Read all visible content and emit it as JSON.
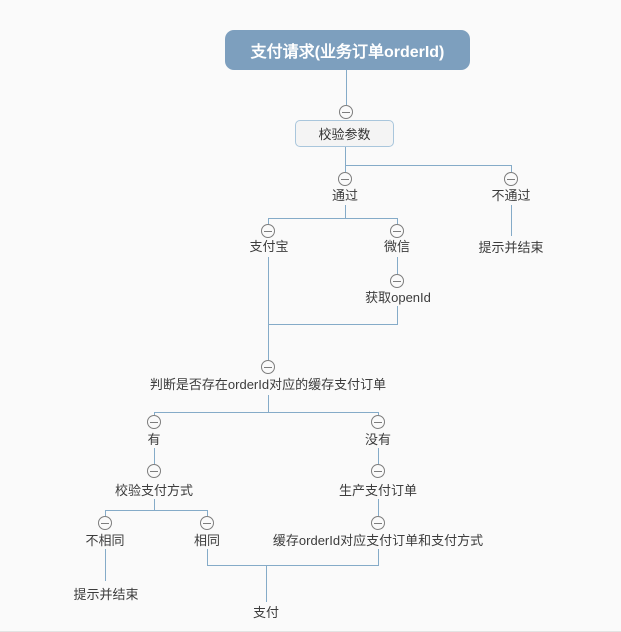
{
  "colors": {
    "root-node-fill": "#7d9fbe",
    "connector": "#85abc8",
    "box-node-fill": "#f4f4f4",
    "box-node-border": "#a9c6dc",
    "node-text": "#3c3c3c"
  },
  "mindmap": {
    "root": {
      "id": "payment-request",
      "label": "支付请求(业务订单orderId)"
    },
    "collapse_icon": "minus-circle",
    "nodes": [
      {
        "id": "validate-params",
        "label": "校验参数",
        "parents": [
          "payment-request"
        ]
      },
      {
        "id": "pass",
        "label": "通过",
        "parents": [
          "validate-params"
        ]
      },
      {
        "id": "fail",
        "label": "不通过",
        "parents": [
          "validate-params"
        ]
      },
      {
        "id": "alipay",
        "label": "支付宝",
        "parents": [
          "pass"
        ]
      },
      {
        "id": "wechat",
        "label": "微信",
        "parents": [
          "pass"
        ]
      },
      {
        "id": "fail-prompt-end",
        "label": "提示并结束",
        "parents": [
          "fail"
        ]
      },
      {
        "id": "get-openid",
        "label": "获取openId",
        "parents": [
          "wechat"
        ]
      },
      {
        "id": "check-cached-order",
        "label": "判断是否存在orderId对应的缓存支付订单",
        "parents": [
          "alipay",
          "get-openid"
        ]
      },
      {
        "id": "has-cache",
        "label": "有",
        "parents": [
          "check-cached-order"
        ]
      },
      {
        "id": "no-cache",
        "label": "没有",
        "parents": [
          "check-cached-order"
        ]
      },
      {
        "id": "verify-pay-method",
        "label": "校验支付方式",
        "parents": [
          "has-cache"
        ]
      },
      {
        "id": "create-pay-order",
        "label": "生产支付订单",
        "parents": [
          "no-cache"
        ]
      },
      {
        "id": "not-same",
        "label": "不相同",
        "parents": [
          "verify-pay-method"
        ]
      },
      {
        "id": "same",
        "label": "相同",
        "parents": [
          "verify-pay-method"
        ]
      },
      {
        "id": "cache-pay-order",
        "label": "缓存orderId对应支付订单和支付方式",
        "parents": [
          "create-pay-order"
        ]
      },
      {
        "id": "notsame-prompt-end",
        "label": "提示并结束",
        "parents": [
          "not-same"
        ]
      },
      {
        "id": "pay",
        "label": "支付",
        "parents": [
          "same",
          "cache-pay-order"
        ]
      }
    ]
  }
}
